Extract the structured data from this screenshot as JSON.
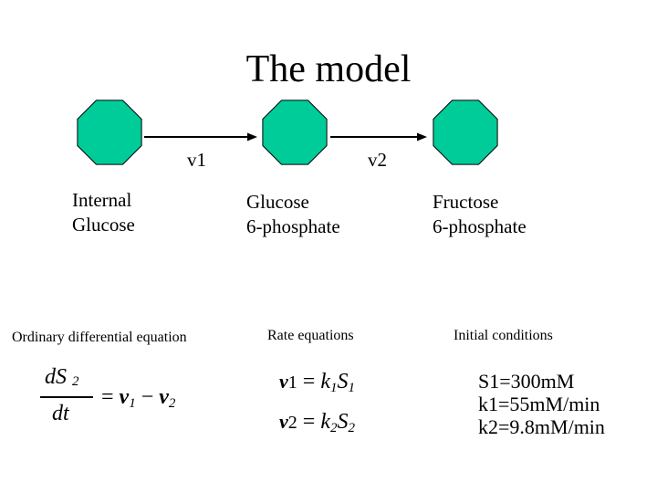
{
  "title": "The model",
  "diagram": {
    "node_color": "#00cc99",
    "nodes": [
      {
        "id": "internal-glucose",
        "label_line1": "Internal",
        "label_line2": "Glucose"
      },
      {
        "id": "glucose-6-phosphate",
        "label_line1": "Glucose",
        "label_line2": "6-phosphate"
      },
      {
        "id": "fructose-6-phosphate",
        "label_line1": "Fructose",
        "label_line2": "6-phosphate"
      }
    ],
    "arrows": [
      {
        "from": "internal-glucose",
        "to": "glucose-6-phosphate",
        "label": "v1"
      },
      {
        "from": "glucose-6-phosphate",
        "to": "fructose-6-phosphate",
        "label": "v2"
      }
    ]
  },
  "sections": {
    "ode_header": "Ordinary differential equation",
    "rate_header": "Rate equations",
    "initial_header": "Initial conditions"
  },
  "ode": {
    "numerator": "dS",
    "numerator_sub": "2",
    "denominator": "dt",
    "equals": "=",
    "term1": "v",
    "term1_sub": "1",
    "minus": "−",
    "term2": "v",
    "term2_sub": "2"
  },
  "rate_equations": [
    {
      "v": "v",
      "v_sub": "1",
      "equals": "=",
      "k": "k",
      "k_sub": "1",
      "s": "S",
      "s_sub": "1"
    },
    {
      "v": "v",
      "v_sub": "2",
      "equals": "=",
      "k": "k",
      "k_sub": "2",
      "s": "S",
      "s_sub": "2"
    }
  ],
  "initial_conditions": [
    "S1=300mM",
    "k1=55mM/min",
    "k2=9.8mM/min"
  ]
}
